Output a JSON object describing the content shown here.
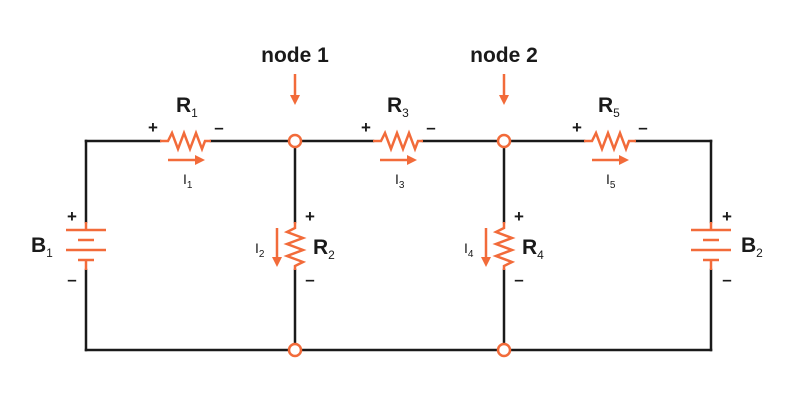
{
  "colors": {
    "wire": "#1a1a1a",
    "component": "#f26b3a",
    "background": "#ffffff"
  },
  "nodes": [
    {
      "label": "node 1"
    },
    {
      "label": "node 2"
    }
  ],
  "batteries": [
    {
      "letter": "B",
      "sub": "1",
      "plus": "+",
      "minus": "–"
    },
    {
      "letter": "B",
      "sub": "2",
      "plus": "+",
      "minus": "–"
    }
  ],
  "resistors": [
    {
      "letter": "R",
      "sub": "1",
      "plus": "+",
      "minus": "–"
    },
    {
      "letter": "R",
      "sub": "2",
      "plus": "+",
      "minus": "–"
    },
    {
      "letter": "R",
      "sub": "3",
      "plus": "+",
      "minus": "–"
    },
    {
      "letter": "R",
      "sub": "4",
      "plus": "+",
      "minus": "–"
    },
    {
      "letter": "R",
      "sub": "5",
      "plus": "+",
      "minus": "–"
    }
  ],
  "currents": [
    {
      "letter": "I",
      "sub": "1"
    },
    {
      "letter": "I",
      "sub": "2"
    },
    {
      "letter": "I",
      "sub": "3"
    },
    {
      "letter": "I",
      "sub": "4"
    },
    {
      "letter": "I",
      "sub": "5"
    }
  ]
}
